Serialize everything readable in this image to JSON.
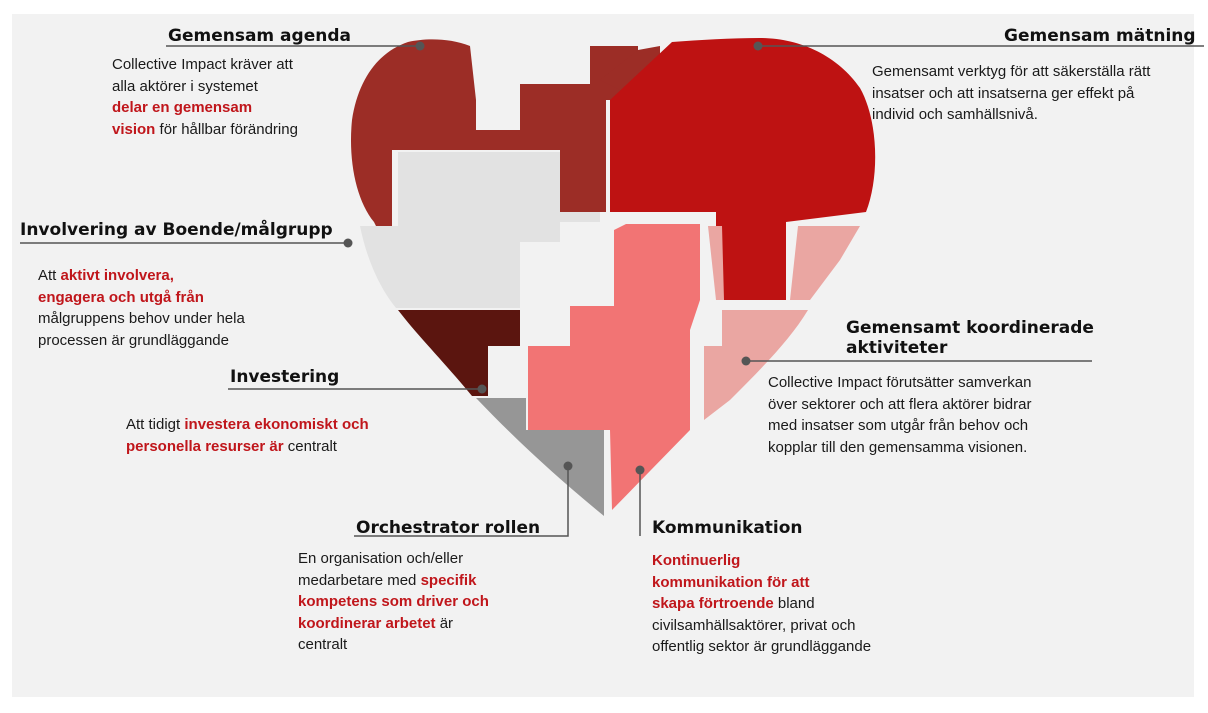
{
  "colors": {
    "agenda_piece": "#9c2d26",
    "matning_piece": "#be1212",
    "involvering_piece": "#e2e2e2",
    "investering_piece": "#5b150f",
    "orchestrator_piece": "#969696",
    "kommunikation_piece": "#f27474",
    "koordinerade_piece": "#eaa6a2",
    "highlight_text": "#c0161b"
  },
  "agenda": {
    "title": "Gemensam agenda",
    "text1": "Collective Impact kräver att",
    "text2": "alla aktörer i systemet",
    "hl1": "delar en gemensam",
    "hl2": "vision",
    "text3": "för hållbar förändring"
  },
  "matning": {
    "title": "Gemensam mätning",
    "line1": "Gemensamt verktyg för att säkerställa rätt",
    "line2": "insatser och att insatserna ger effekt på",
    "line3": "individ och samhällsnivå."
  },
  "involvering": {
    "title": "Involvering av Boende/målgrupp",
    "text1": "Att",
    "hl1": "aktivt involvera,",
    "hl2": "engagera  och utgå från",
    "line3": "målgruppens behov  under hela",
    "line4": "processen är grundläggande"
  },
  "investering": {
    "title": "Investering",
    "text1": "Att tidigt",
    "hl1": "investera  ekonomiskt och",
    "hl2": "personella resurser är",
    "text2": "centralt"
  },
  "orchestrator": {
    "title": "Orchestrator  rollen",
    "line1": "En organisation och/eller",
    "text1": "medarbetare med",
    "hl1": "specifik",
    "hl2": "kompetens som driver och",
    "hl3": "koordinerar arbetet",
    "text2": "är",
    "line5": "centralt"
  },
  "kommunikation": {
    "title": "Kommunikation",
    "hl1": "Kontinuerlig",
    "hl2": "kommunikation för att",
    "hl3": "skapa förtroende",
    "text1": "bland",
    "line4": "civilsamhällsaktörer, privat och",
    "line5": "offentlig sektor är grundläggande"
  },
  "koordinerade": {
    "title1": "Gemensamt koordinerade",
    "title2": "aktiviteter",
    "line1": "Collective Impact förutsätter samverkan",
    "line2": "över sektorer och att flera aktörer bidrar",
    "line3": "med insatser som utgår från behov och",
    "line4": "kopplar till den gemensamma visionen."
  }
}
